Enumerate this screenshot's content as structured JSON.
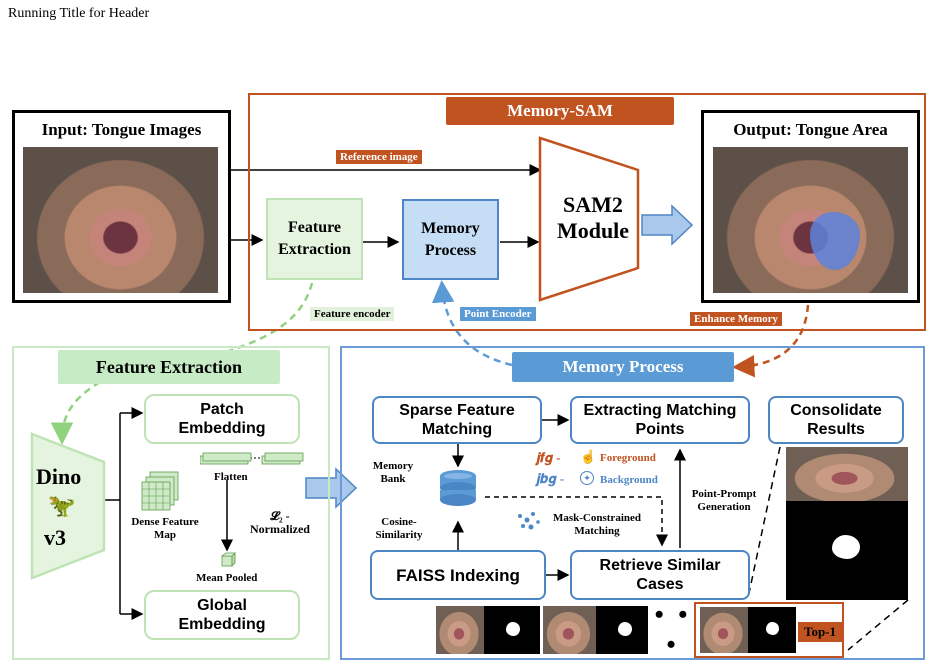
{
  "header": {
    "running_title": "Running Title for Header"
  },
  "memory_sam": {
    "title": "Memory-SAM",
    "reference_label": "Reference image",
    "feature_extraction_label": "Feature Extraction",
    "memory_process_label": "Memory Process",
    "sam_module_label": "SAM2 Module",
    "feature_encoder_tag": "Feature encoder",
    "point_encoder_tag": "Point Encoder",
    "enhance_memory_tag": "Enhance Memory"
  },
  "input_panel": {
    "title": "Input: Tongue Images"
  },
  "output_panel": {
    "title": "Output: Tongue Area"
  },
  "feature_extraction_panel": {
    "title": "Feature Extraction",
    "dino_label": "Dino",
    "dino_version": "v3",
    "patch_embedding": "Patch Embedding",
    "global_embedding": "Global Embedding",
    "flatten": "Flatten",
    "dense_feature_map": "Dense Feature Map",
    "l2_normalized": "𝓛₂ - Normalized",
    "mean_pooled": "Mean Pooled"
  },
  "memory_process_panel": {
    "title": "Memory Process",
    "sparse_feature_matching": "Sparse Feature Matching",
    "extracting_matching_points": "Extracting Matching Points",
    "consolidate_results": "Consolidate Results",
    "memory_bank": "Memory Bank",
    "cosine_similarity": "Cosine-Similarity",
    "faiss_indexing": "FAISS Indexing",
    "retrieve_similar_cases": "Retrieve Similar Cases",
    "mask_constrained_matching": "Mask-Constrained Matching",
    "point_prompt_generation": "Point-Prompt Generation",
    "j_fg": "𝒋𝒇𝒈 -",
    "foreground": "Foreground",
    "j_bg": "𝒋𝒃𝒈 -",
    "background": "Background",
    "dots": "• • •",
    "top1": "Top-1"
  },
  "colors": {
    "orange": "#c0531f",
    "green": "#bfe3b5",
    "blue": "#4e86c5",
    "light_blue": "#5b9bd5"
  }
}
